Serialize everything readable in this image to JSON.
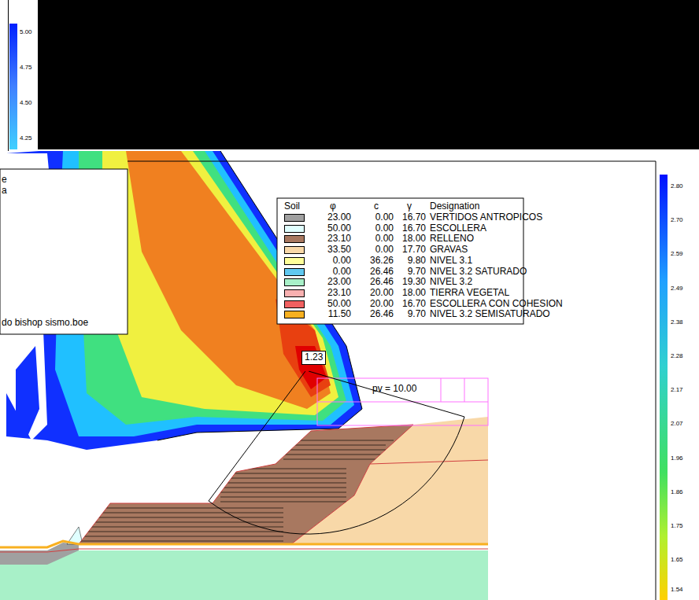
{
  "diagram": {
    "labels": [
      "5.00",
      "4.75",
      "4.50",
      "4.25",
      "e",
      "a",
      "do bishop sismo.boe",
      "Soil",
      "φ",
      "c",
      "γ",
      "Designation",
      "23.00",
      "0.00",
      "16.70",
      "50.00",
      "0.00",
      "16.70",
      "23.10",
      "0.00",
      "18.00",
      "33.50",
      "0.00",
      "17.70",
      "0.00",
      "36.26",
      "9.80",
      "0.00",
      "26.46",
      "9.70",
      "23.00",
      "26.46",
      "19.30",
      "23.10",
      "20.00",
      "18.00",
      "50.00",
      "20.00",
      "16.70",
      "11.50",
      "26.46",
      "9.70",
      "2.80",
      "2.70",
      "2.59",
      "2.49",
      "2.38",
      "2.28",
      "2.17",
      "2.07",
      "1.96",
      "1.86",
      "1.75",
      "1.65",
      "1.54",
      "1.23",
      "pv = 10.00"
    ],
    "legend": [
      {
        "text": "VERTIDOS ANTROPICOS",
        "color": "#a0a0a0"
      },
      {
        "text": "ESCOLLERA",
        "color": "#e0ffff"
      },
      {
        "text": "RELLENO",
        "color": "#a87860"
      },
      {
        "text": "GRAVAS",
        "color": "#f8d8a8"
      },
      {
        "text": "NIVEL 3.1",
        "color": "#ffff99"
      },
      {
        "text": "NIVEL 3.2 SATURADO",
        "color": "#60c8f0"
      },
      {
        "text": "NIVEL 3.2",
        "color": "#a8f0c8"
      },
      {
        "text": "TIERRA VEGETAL",
        "color": "#f8b0b0"
      },
      {
        "text": "ESCOLLERA CON COHESION",
        "color": "#f06060"
      },
      {
        "text": "NIVEL 3.2 SEMISATURADO",
        "color": "#f8b020"
      }
    ]
  }
}
